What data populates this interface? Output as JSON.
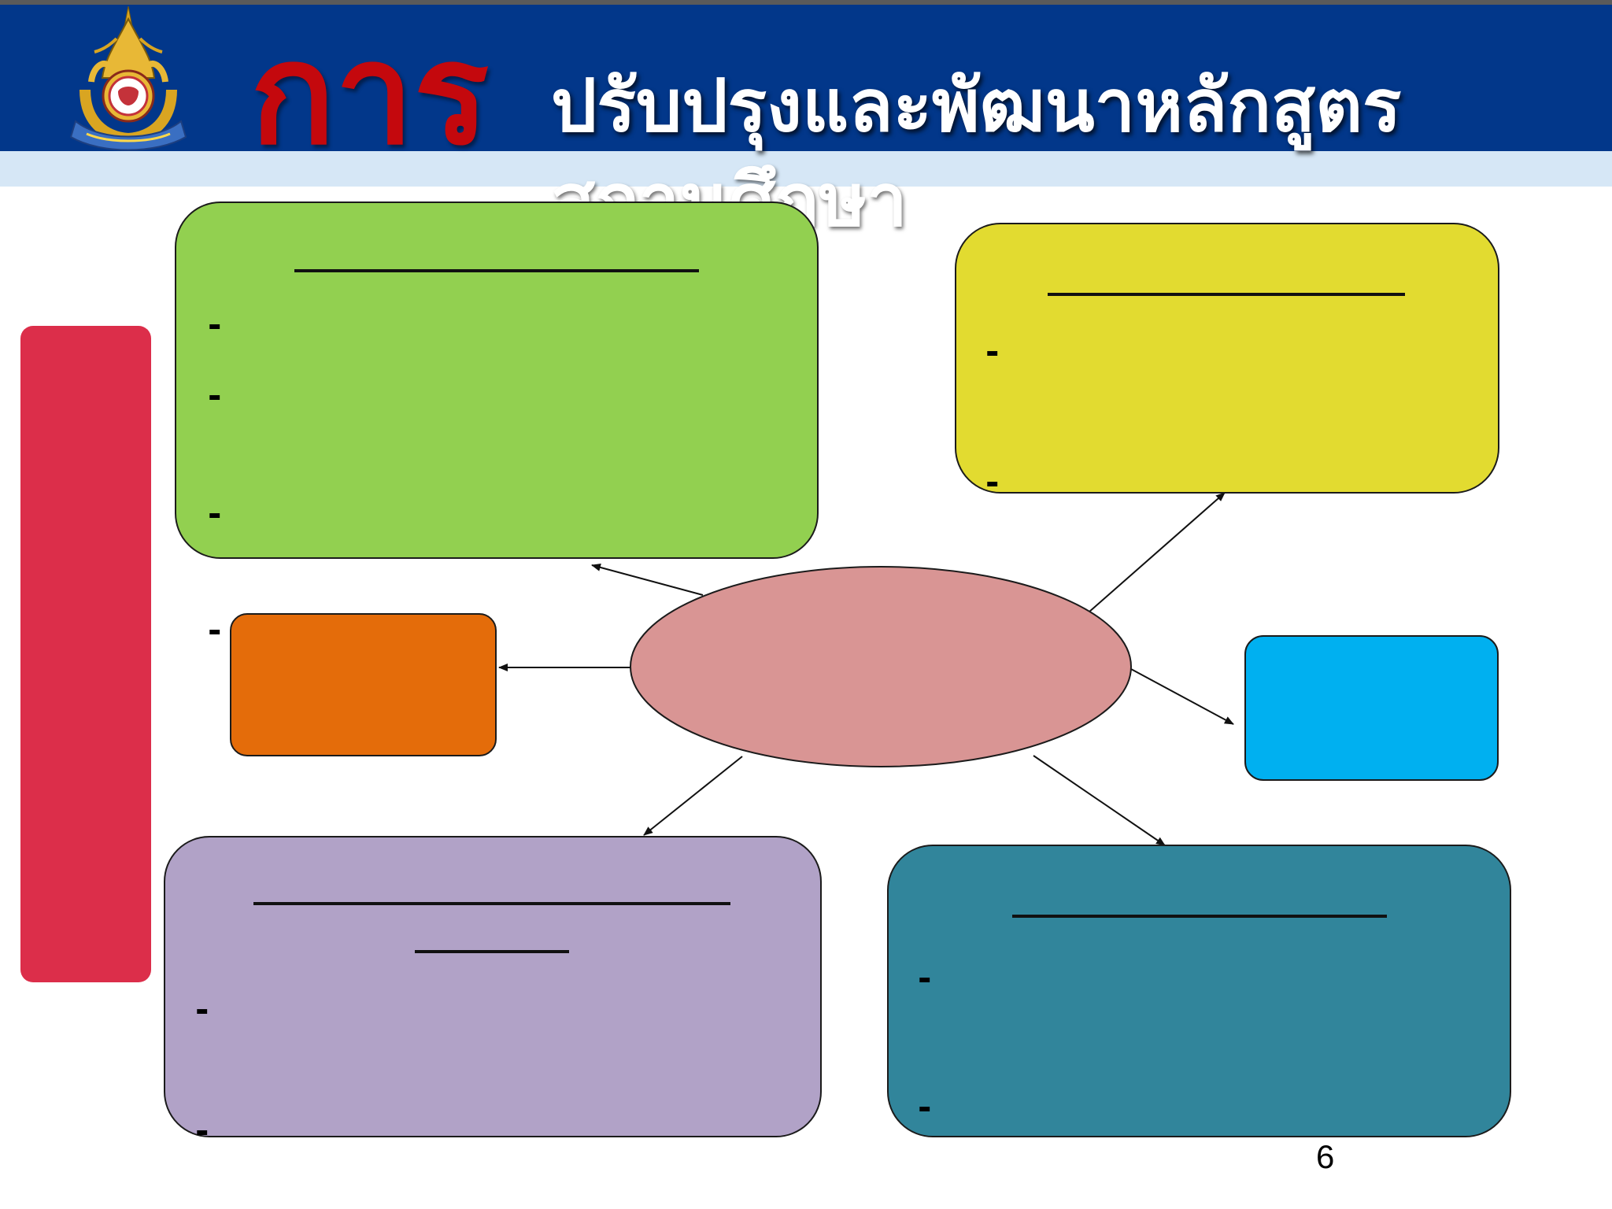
{
  "header": {
    "title_prefix": "การ",
    "title_main": "ปรับปรุงและพัฒนาหลักสูตร",
    "title_second_line": "สถานศึกษา",
    "logo_icon": "school-emblem-icon",
    "colors": {
      "band": "#02378a",
      "band_lower": "#d6e7f6",
      "prefix": "#c4080d",
      "title": "#ffffff"
    }
  },
  "diagram": {
    "nodes": [
      {
        "id": "center-ellipse",
        "color": "#d99594",
        "label": ""
      },
      {
        "id": "green-box",
        "color": "#92d050",
        "label": "",
        "items": [
          "-",
          "-",
          "-"
        ]
      },
      {
        "id": "yellow-box",
        "color": "#e2db30",
        "label": "",
        "items": [
          "-",
          "-"
        ]
      },
      {
        "id": "orange-box",
        "color": "#e46c0a",
        "label": "",
        "items": [
          "-"
        ]
      },
      {
        "id": "cyan-box",
        "color": "#00b0f0",
        "label": ""
      },
      {
        "id": "purple-box",
        "color": "#b1a2c7",
        "label": "",
        "items": [
          "-",
          "-"
        ]
      },
      {
        "id": "teal-box",
        "color": "#31859b",
        "label": "",
        "items": [
          "-",
          "-"
        ]
      },
      {
        "id": "red-side-bar",
        "color": "#dc2e4a",
        "label": ""
      }
    ],
    "edges": [
      {
        "from": "center-ellipse",
        "to": "green-box"
      },
      {
        "from": "center-ellipse",
        "to": "yellow-box"
      },
      {
        "from": "center-ellipse",
        "to": "orange-box"
      },
      {
        "from": "center-ellipse",
        "to": "cyan-box"
      },
      {
        "from": "center-ellipse",
        "to": "purple-box"
      },
      {
        "from": "center-ellipse",
        "to": "teal-box"
      }
    ]
  },
  "footer": {
    "page_number": "6"
  }
}
